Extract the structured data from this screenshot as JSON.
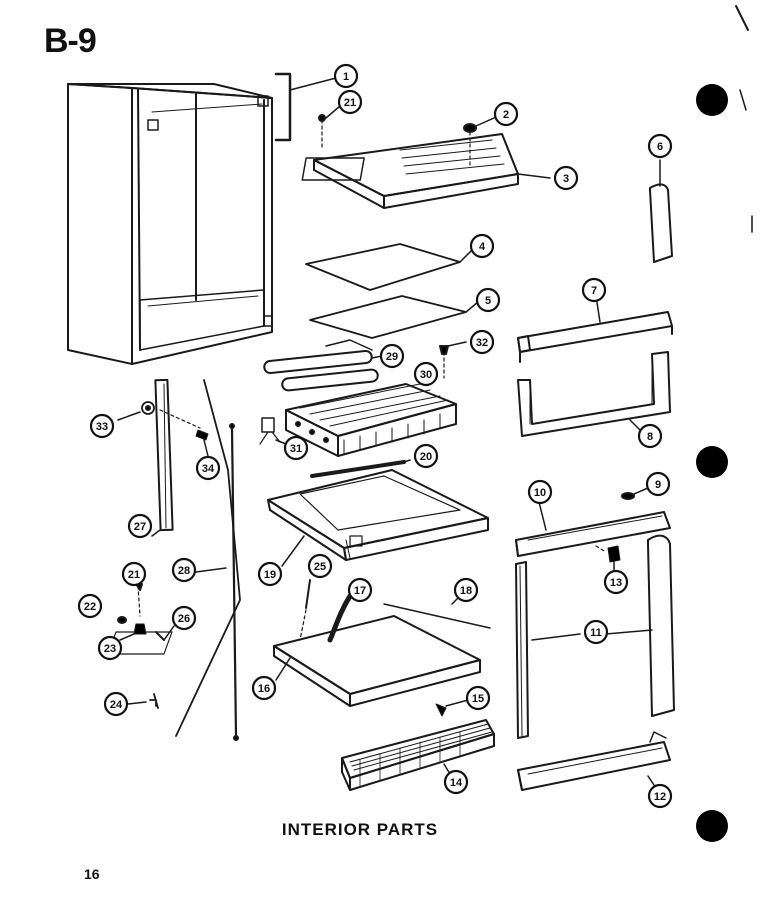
{
  "header": {
    "page_label": "B-9"
  },
  "caption": "INTERIOR PARTS",
  "footer": {
    "page_number": "16"
  },
  "callouts": [
    {
      "id": "c1",
      "label": "1"
    },
    {
      "id": "c21a",
      "label": "21"
    },
    {
      "id": "c2",
      "label": "2"
    },
    {
      "id": "c3",
      "label": "3"
    },
    {
      "id": "c6",
      "label": "6"
    },
    {
      "id": "c4",
      "label": "4"
    },
    {
      "id": "c5",
      "label": "5"
    },
    {
      "id": "c7",
      "label": "7"
    },
    {
      "id": "c32",
      "label": "32"
    },
    {
      "id": "c29",
      "label": "29"
    },
    {
      "id": "c30",
      "label": "30"
    },
    {
      "id": "c8",
      "label": "8"
    },
    {
      "id": "c33",
      "label": "33"
    },
    {
      "id": "c31",
      "label": "31"
    },
    {
      "id": "c34",
      "label": "34"
    },
    {
      "id": "c20",
      "label": "20"
    },
    {
      "id": "c9",
      "label": "9"
    },
    {
      "id": "c10",
      "label": "10"
    },
    {
      "id": "c27",
      "label": "27"
    },
    {
      "id": "c19",
      "label": "19"
    },
    {
      "id": "c13",
      "label": "13"
    },
    {
      "id": "c21b",
      "label": "21"
    },
    {
      "id": "c28",
      "label": "28"
    },
    {
      "id": "c25a",
      "label": "25"
    },
    {
      "id": "c17",
      "label": "17"
    },
    {
      "id": "c18",
      "label": "18"
    },
    {
      "id": "c22",
      "label": "22"
    },
    {
      "id": "c26",
      "label": "26"
    },
    {
      "id": "c11",
      "label": "11"
    },
    {
      "id": "c23",
      "label": "23"
    },
    {
      "id": "c16",
      "label": "16"
    },
    {
      "id": "c15",
      "label": "15"
    },
    {
      "id": "c24",
      "label": "24"
    },
    {
      "id": "c14",
      "label": "14"
    },
    {
      "id": "c12",
      "label": "12"
    }
  ]
}
